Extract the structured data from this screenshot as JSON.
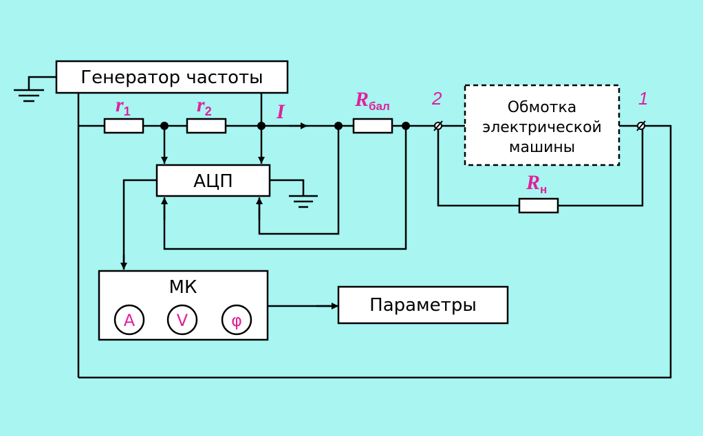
{
  "blocks": {
    "generator": "Генератор частоты",
    "adc": "АЦП",
    "mk": "МК",
    "winding": [
      "Обмотка",
      "электрической",
      "машины"
    ],
    "params": "Параметры"
  },
  "labels": {
    "r1": "r",
    "r1_sub": "1",
    "r2": "r",
    "r2_sub": "2",
    "current": "I",
    "rbal": "R",
    "rbal_sub": "бал",
    "rn": "R",
    "rn_sub": "н",
    "node2": "2",
    "node1": "1"
  },
  "meters": [
    "A",
    "V",
    "φ"
  ],
  "colors": {
    "background": "#a8f5f2",
    "label": "#e0209a",
    "line": "#000000",
    "box_fill": "#ffffff"
  }
}
